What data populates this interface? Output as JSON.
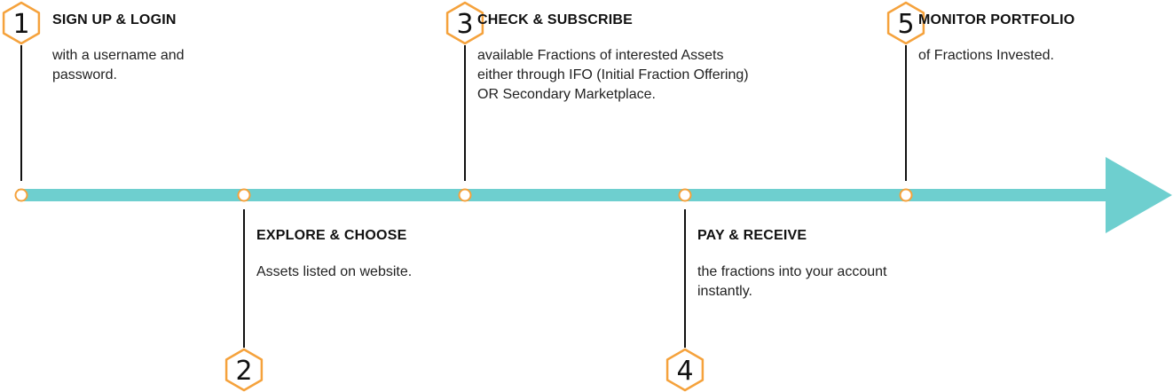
{
  "colors": {
    "track": "#6ecfcf",
    "accent": "#f5a23c",
    "line": "#111111",
    "node_fill": "#ffffff"
  },
  "steps": [
    {
      "number": "1",
      "title": "SIGN UP & LOGIN",
      "description": [
        "with a username and",
        "password."
      ],
      "side": "above"
    },
    {
      "number": "2",
      "title": "EXPLORE & CHOOSE",
      "description": [
        "Assets listed on website."
      ],
      "side": "below"
    },
    {
      "number": "3",
      "title": "CHECK & SUBSCRIBE",
      "description": [
        "available Fractions of interested Assets",
        "either through IFO (Initial Fraction Offering)",
        "OR Secondary Marketplace."
      ],
      "side": "above"
    },
    {
      "number": "4",
      "title": "PAY & RECEIVE",
      "description": [
        "the fractions into your account",
        "instantly."
      ],
      "side": "below"
    },
    {
      "number": "5",
      "title": "MONITOR PORTFOLIO",
      "description": [
        "of Fractions Invested."
      ],
      "side": "above"
    }
  ]
}
